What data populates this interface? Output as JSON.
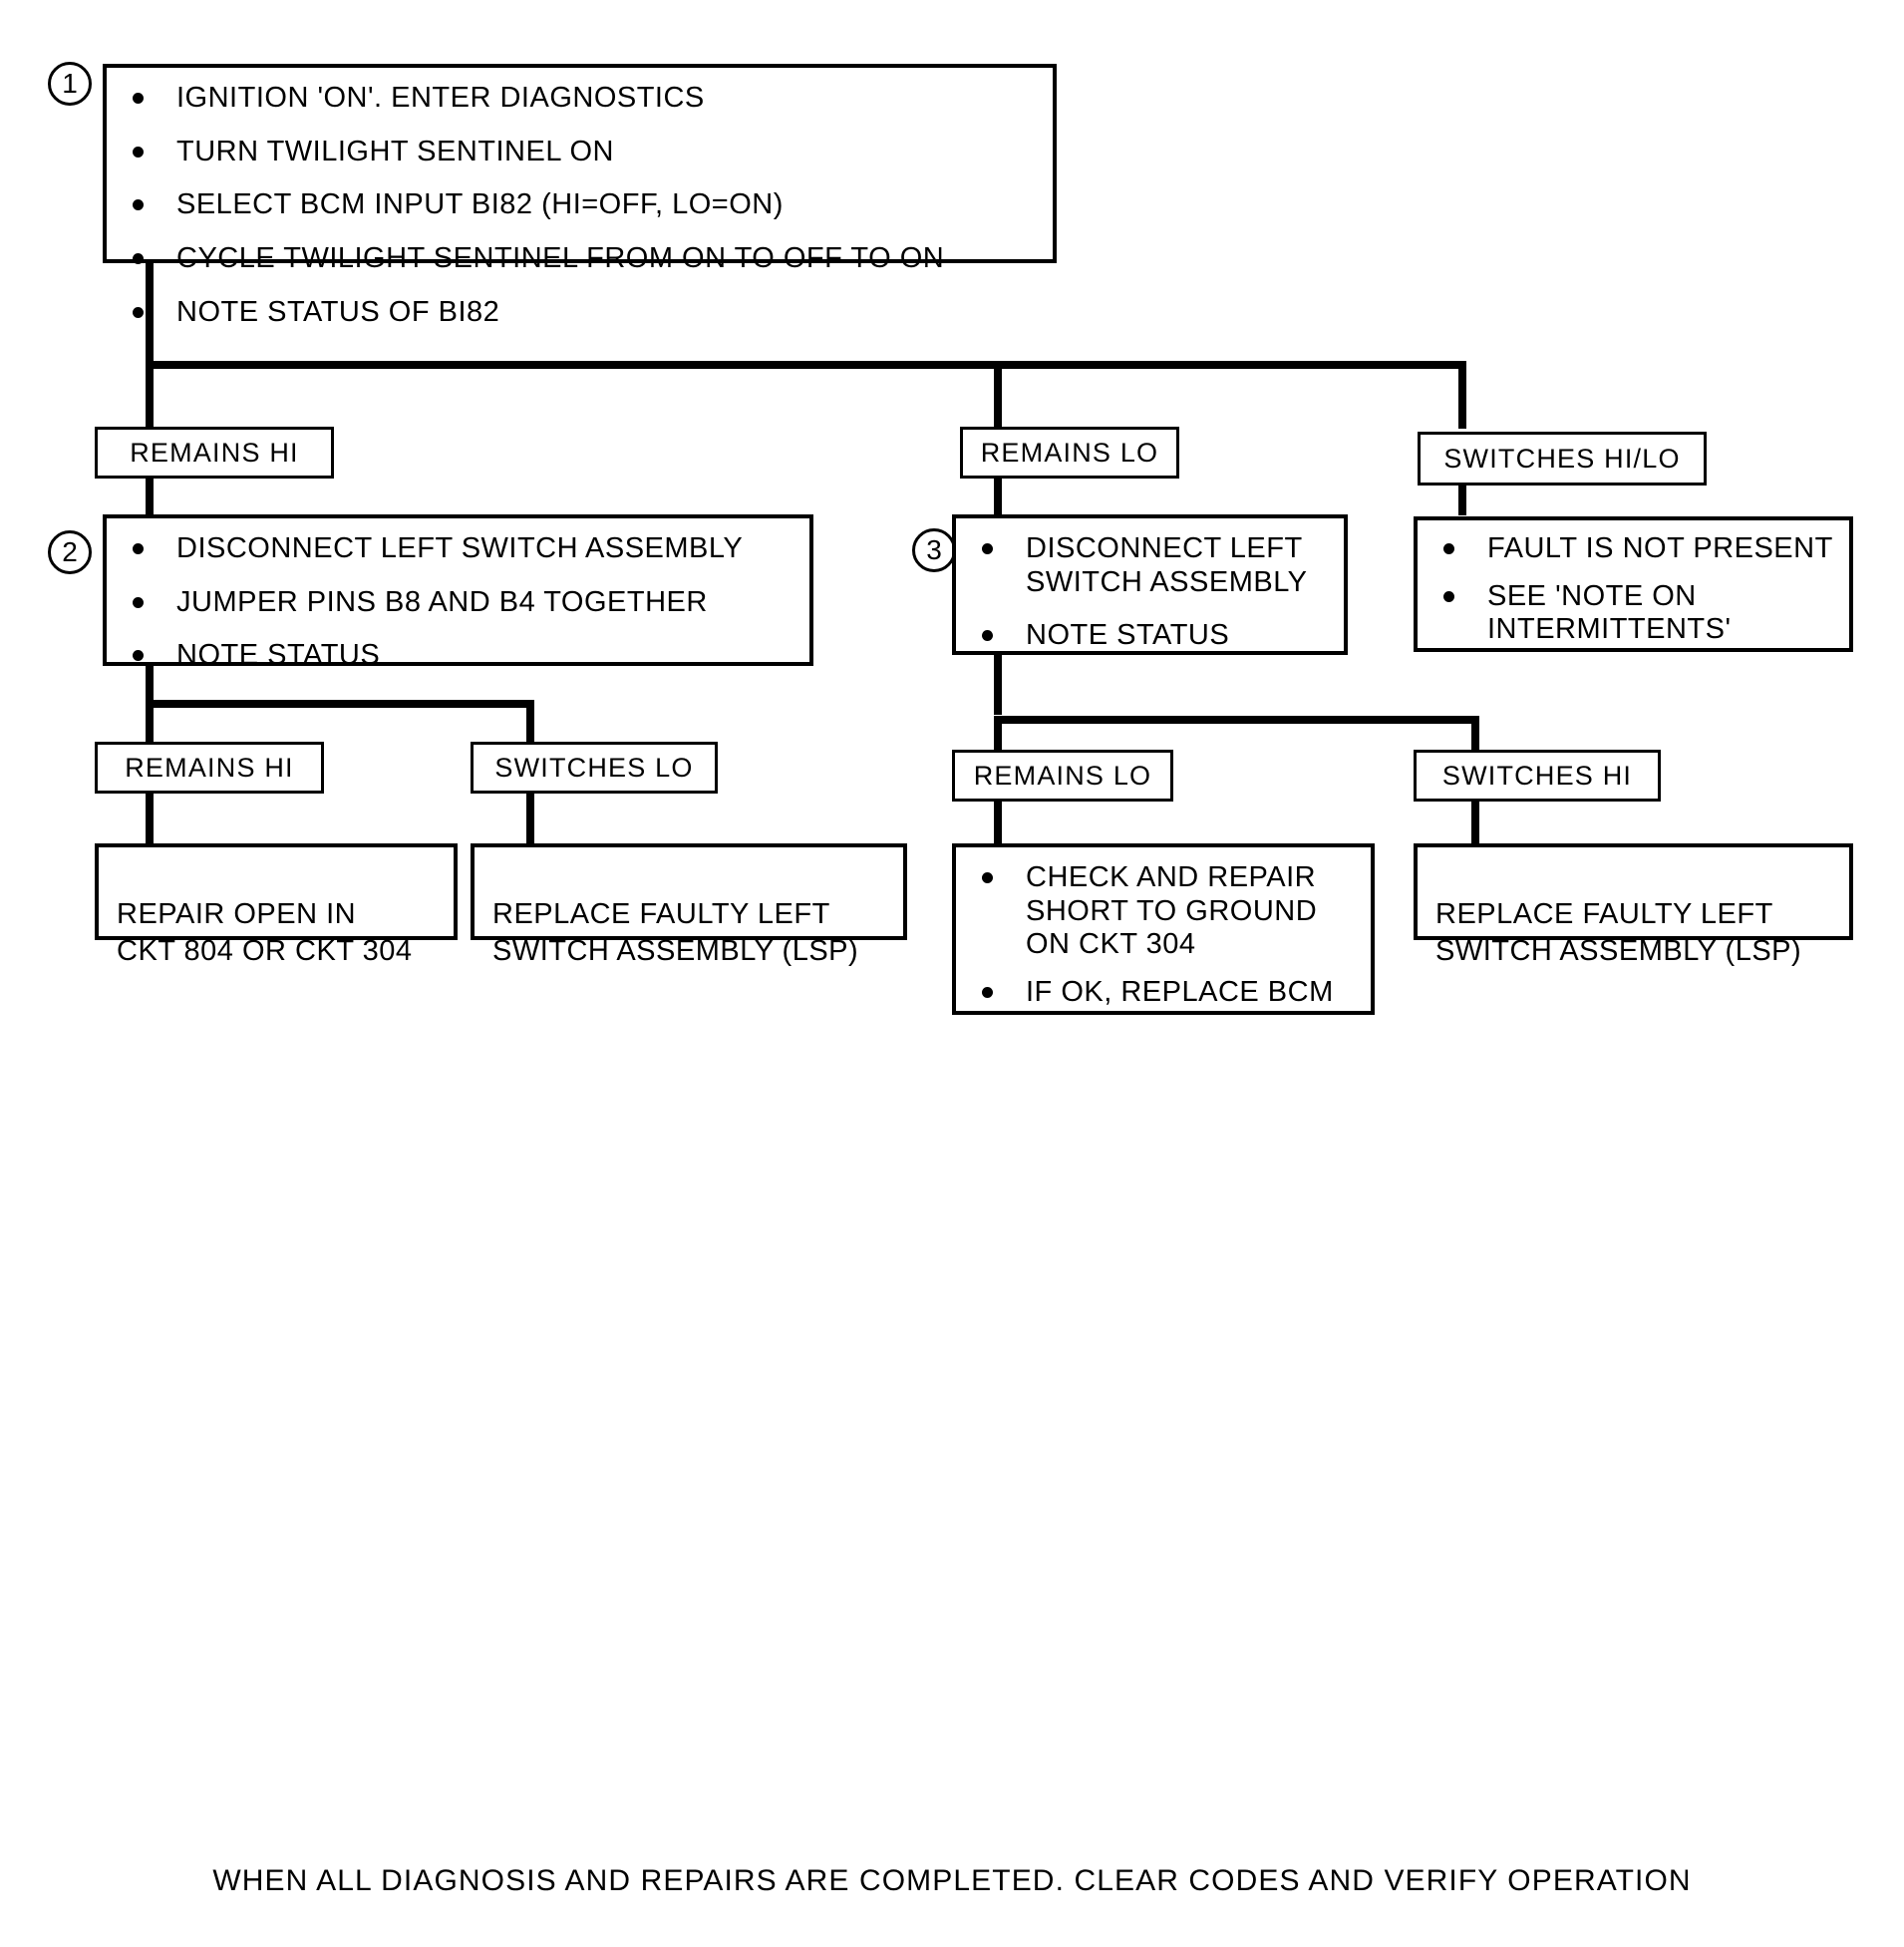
{
  "diagram": {
    "type": "diagnostic-flowchart",
    "title_present": false,
    "footer_note": "WHEN ALL DIAGNOSIS AND REPAIRS ARE COMPLETED. CLEAR CODES AND VERIFY OPERATION"
  },
  "steps": {
    "step1": {
      "number": "1",
      "bullets": [
        "IGNITION 'ON'. ENTER DIAGNOSTICS",
        "TURN TWILIGHT SENTINEL ON",
        "SELECT BCM INPUT BI82 (HI=OFF, LO=ON)",
        "CYCLE TWILIGHT SENTINEL FROM ON TO OFF TO ON",
        "NOTE STATUS OF BI82"
      ]
    },
    "step2": {
      "number": "2",
      "bullets": [
        "DISCONNECT LEFT SWITCH ASSEMBLY",
        "JUMPER PINS B8 AND B4 TOGETHER",
        "NOTE  STATUS"
      ]
    },
    "step3": {
      "number": "3",
      "bullets": [
        "DISCONNECT LEFT\nSWITCH ASSEMBLY",
        "NOTE STATUS"
      ]
    },
    "intermittent": {
      "bullets": [
        "FAULT IS NOT PRESENT",
        "SEE 'NOTE ON\nINTERMITTENTS'"
      ]
    },
    "short_to_ground": {
      "bullets": [
        "CHECK AND REPAIR\nSHORT TO GROUND\nON CKT 304",
        "IF OK, REPLACE BCM"
      ]
    }
  },
  "branch_labels": {
    "level1": [
      {
        "id": "remains-hi",
        "text": "REMAINS HI"
      },
      {
        "id": "remains-lo",
        "text": "REMAINS LO"
      },
      {
        "id": "switches-hi-lo",
        "text": "SWITCHES HI/LO"
      }
    ],
    "level2_left": [
      {
        "id": "remains-hi-2",
        "text": "REMAINS HI"
      },
      {
        "id": "switches-lo",
        "text": "SWITCHES LO"
      }
    ],
    "level2_right": [
      {
        "id": "remains-lo-2",
        "text": "REMAINS LO"
      },
      {
        "id": "switches-hi",
        "text": "SWITCHES HI"
      }
    ]
  },
  "results": {
    "repair_open": "REPAIR OPEN IN\nCKT 804 OR CKT 304",
    "replace_lsp_left": "REPLACE FAULTY LEFT\nSWITCH ASSEMBLY (LSP)",
    "replace_lsp_right": "REPLACE FAULTY LEFT\nSWITCH ASSEMBLY (LSP)"
  },
  "colors": {
    "ink": "#000000",
    "paper": "#ffffff"
  }
}
